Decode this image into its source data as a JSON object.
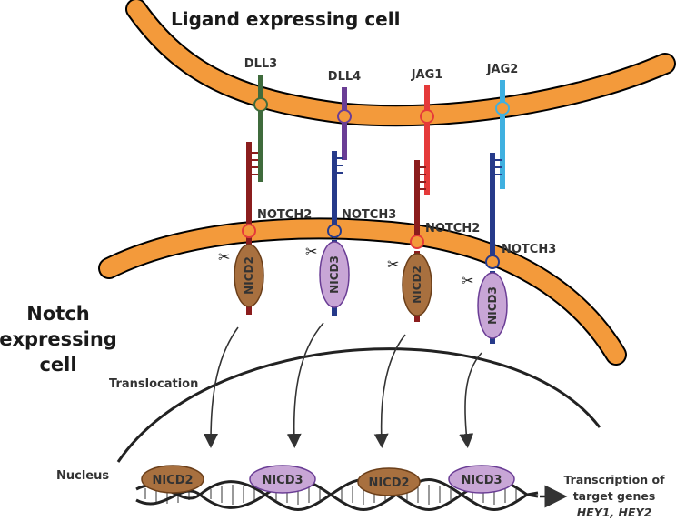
{
  "title_top": "Ligand expressing cell",
  "title_notch": [
    "Notch",
    "expressing",
    "cell"
  ],
  "translocation_label": "Translocation",
  "nucleus_label": "Nucleus",
  "ligands": [
    {
      "name": "DLL3",
      "color": "#3f6b3c"
    },
    {
      "name": "DLL4",
      "color": "#6a3d95"
    },
    {
      "name": "JAG1",
      "color": "#e53a3a"
    },
    {
      "name": "JAG2",
      "color": "#3fb0e0"
    }
  ],
  "receptors": [
    {
      "name": "NOTCH2",
      "nicd": "NICD2",
      "color": "#8b1d1d",
      "nicd_color": "#a8703f"
    },
    {
      "name": "NOTCH3",
      "nicd": "NICD3",
      "color": "#263a8a",
      "nicd_color": "#c8a6d6"
    },
    {
      "name": "NOTCH2",
      "nicd": "NICD2",
      "color": "#8b1d1d",
      "nicd_color": "#a8703f"
    },
    {
      "name": "NOTCH3",
      "nicd": "NICD3",
      "color": "#263a8a",
      "nicd_color": "#c8a6d6"
    }
  ],
  "nucleus_nicds": [
    "NICD2",
    "NICD3",
    "NICD2",
    "NICD3"
  ],
  "transcription": {
    "line1": "Transcription of",
    "line2": "target genes",
    "genes": "HEY1, HEY2"
  },
  "colors": {
    "membrane": "#f39a3b",
    "nicd2": "#a8703f",
    "nicd3": "#c8a6d6"
  }
}
